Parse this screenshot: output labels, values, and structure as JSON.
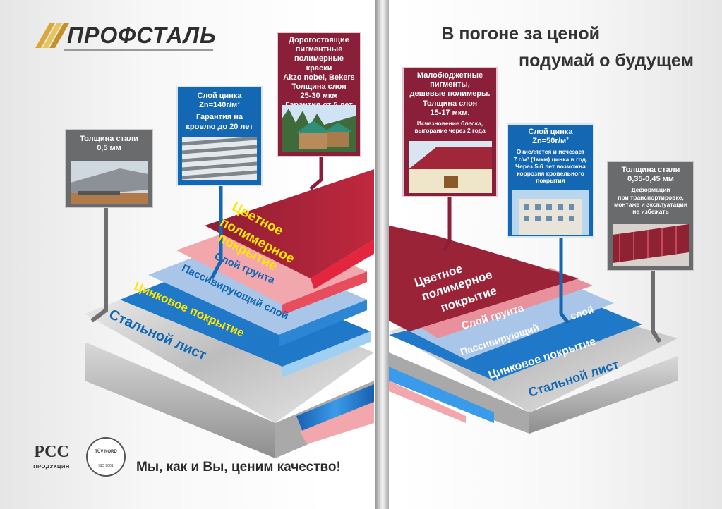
{
  "brand": {
    "name": "ПРОФСТАЛЬ"
  },
  "headline": {
    "line1": "В погоне за ценой",
    "line2": "подумай о будущем"
  },
  "left": {
    "steel_card": {
      "title": "Толщина стали",
      "value": "0,5 мм"
    },
    "zinc_card": {
      "title": "Слой цинка",
      "value": "Zn=140г/м²",
      "note_1": "Гарантия на",
      "note_2": "кровлю до 20 лет"
    },
    "paint_card": {
      "l1": "Дорогостоящие",
      "l2": "пигментные",
      "l3": "полимерные краски",
      "l4": "Akzo nobel, Bekers",
      "l5": "Толщина слоя",
      "l6": "25-30 мкм",
      "l7": "Гарантия от 5 лет"
    },
    "layers": {
      "polymer_1": "Цветное",
      "polymer_2": "полимерное",
      "polymer_3": "покрытие",
      "primer": "Слой грунта",
      "passivation": "Пассивирующий слой",
      "zinc": "Цинковое покрытие",
      "steel": "Стальной лист"
    }
  },
  "right": {
    "paint_card": {
      "l1": "Малобюджетные",
      "l2": "пигменты,",
      "l3": "дешевые полимеры.",
      "l4": "Толщина слоя",
      "l5": "15-17 мкм.",
      "l6": "Исчезновение блеска,",
      "l7": "выгорание через 2 года"
    },
    "zinc_card": {
      "title": "Слой цинка",
      "value": "Zn=50г/м²",
      "l1": "Окисляется и исчезает",
      "l2": "7 г/м² (1мкм) цинка в год.",
      "l3": "Через 5-6 лет возможна",
      "l4": "коррозия кровельного",
      "l5": "покрытия"
    },
    "steel_card": {
      "title": "Толщина стали",
      "value": "0,35-0,45 мм",
      "l1": "Деформации",
      "l2": "при транспортировке,",
      "l3": "монтаже и эксплуатации",
      "l4": "не избежать"
    },
    "layers": {
      "polymer_1": "Цветное",
      "polymer_2": "полимерное",
      "polymer_3": "покрытие",
      "primer": "Слой грунта",
      "passivation_a": "Пассивирующий",
      "passivation_b": "слой",
      "zinc": "Цинковое покрытие",
      "steel": "Стальной лист"
    }
  },
  "footer": {
    "slogan": "Мы, как и Вы, ценим качество!",
    "rcc": "РСС",
    "rcc_label": "ПРОДУКЦИЯ",
    "tuv_top": "TÜV NORD",
    "tuv_bottom": "ISO 9001"
  },
  "colors": {
    "polymer_red": "#9b2338",
    "primer_pink": "#f2a7ad",
    "passivation_blue": "#a9c6e8",
    "zinc_blue": "#1f78c8",
    "steel_gray": "#c9c9c9",
    "card_gray": "#6a6b6d",
    "card_blue": "#1467b3",
    "card_red": "#8a1f3a",
    "layer_text_yellow": "#ffe600"
  }
}
